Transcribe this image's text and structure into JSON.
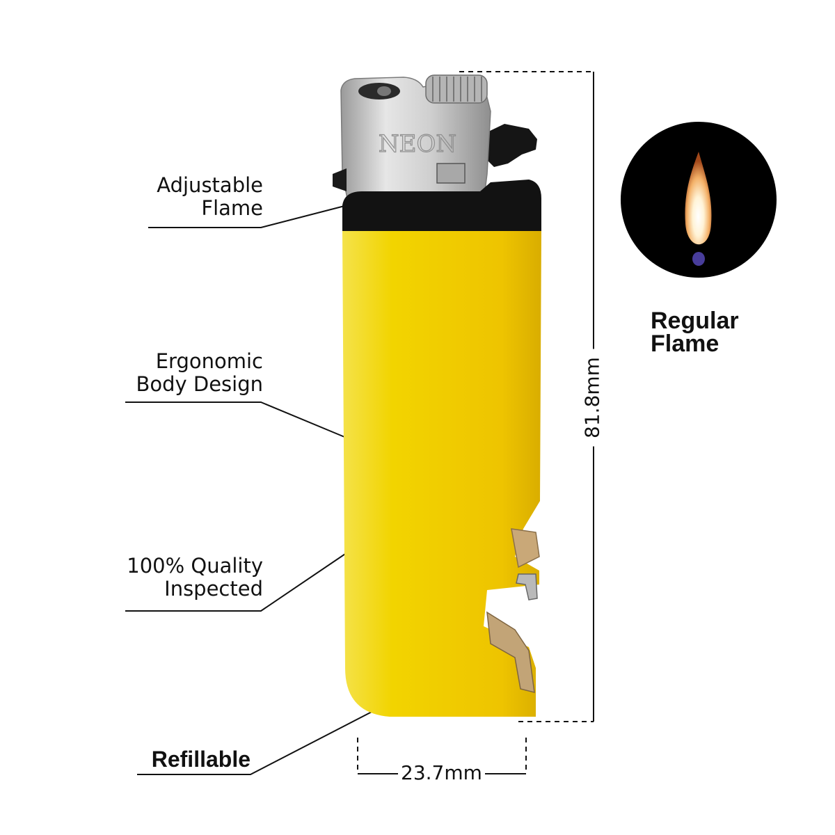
{
  "callouts": {
    "adjustable": {
      "line1": "Adjustable",
      "line2": "Flame"
    },
    "ergonomic": {
      "line1": "Ergonomic",
      "line2": "Body Design"
    },
    "quality": {
      "line1": "100% Quality",
      "line2": "Inspected"
    },
    "refillable": {
      "text": "Refillable"
    }
  },
  "dimensions": {
    "height": "81.8mm",
    "width": "23.7mm"
  },
  "flame": {
    "line1": "Regular",
    "line2": "Flame"
  },
  "brand": "NEON",
  "colors": {
    "body": "#f2d100",
    "collar": "#111111",
    "hood": "#bdbdbd",
    "flame_bg": "#000000"
  },
  "icons": [
    "lighter-image",
    "flame-icon"
  ]
}
